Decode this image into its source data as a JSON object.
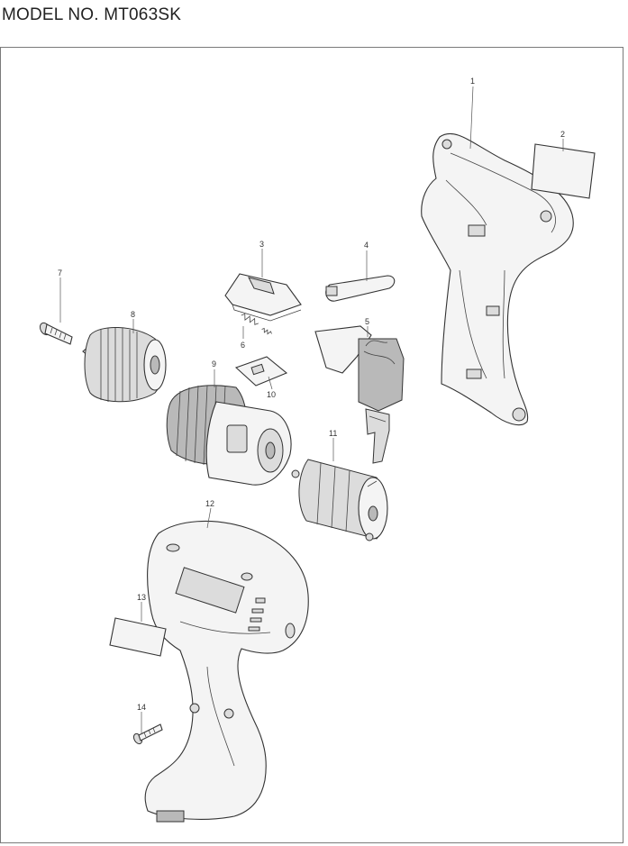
{
  "header": {
    "model_label": "MODEL NO. MT063SK"
  },
  "parts": [
    {
      "number": "1",
      "name": "housing-left-icon"
    },
    {
      "number": "2",
      "name": "label-blank-icon"
    },
    {
      "number": "3",
      "name": "switch-cover-icon"
    },
    {
      "number": "4",
      "name": "switch-lever-icon"
    },
    {
      "number": "5",
      "name": "switch-assembly-icon"
    },
    {
      "number": "6",
      "name": "spring-icon"
    },
    {
      "number": "7",
      "name": "screw-icon"
    },
    {
      "number": "8",
      "name": "keyless-chuck-icon"
    },
    {
      "number": "9",
      "name": "gear-assembly-icon"
    },
    {
      "number": "10",
      "name": "plate-icon"
    },
    {
      "number": "11",
      "name": "dc-motor-icon"
    },
    {
      "number": "12",
      "name": "housing-right-icon"
    },
    {
      "number": "13",
      "name": "label-blank-2-icon"
    },
    {
      "number": "14",
      "name": "screw-2-icon"
    }
  ]
}
